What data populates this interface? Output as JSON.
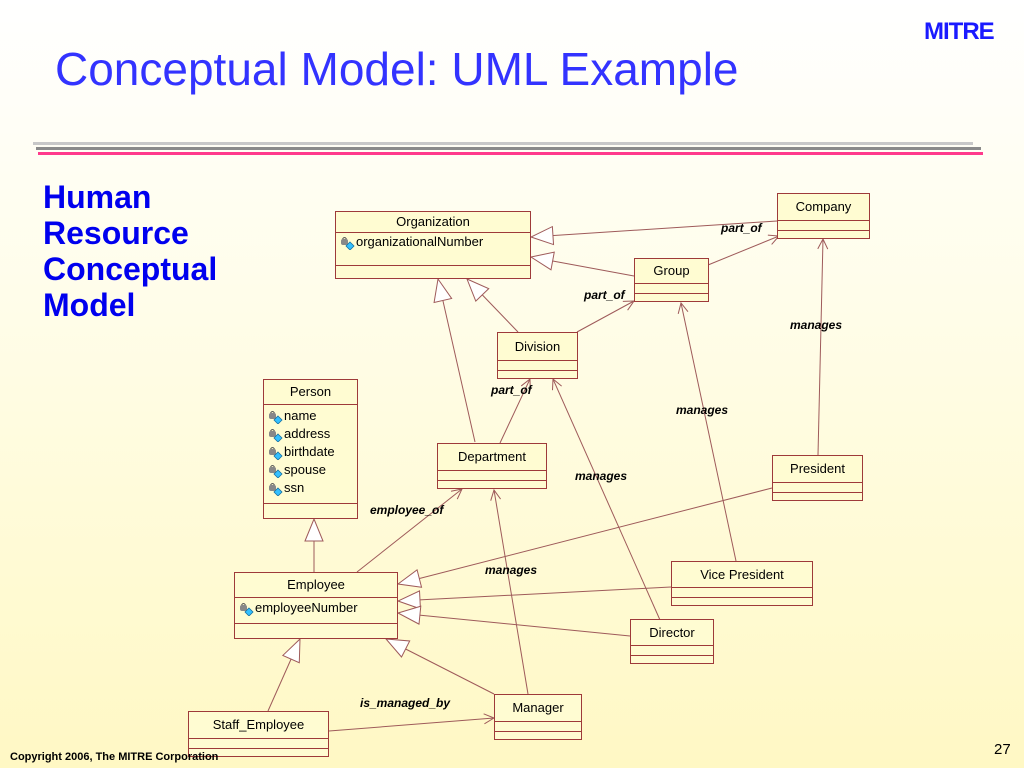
{
  "slide": {
    "title": "Conceptual Model: UML Example",
    "logo_text": "MITRE",
    "side_heading": [
      "Human",
      "Resource",
      "Conceptual",
      "Model"
    ],
    "footer": "Copyright 2006, The MITRE Corporation",
    "page_number": "27"
  },
  "diagram": {
    "classes": {
      "organization": {
        "name": "Organization",
        "attributes": [
          "organizationalNumber"
        ]
      },
      "company": {
        "name": "Company",
        "attributes": []
      },
      "group": {
        "name": "Group",
        "attributes": []
      },
      "division": {
        "name": "Division",
        "attributes": []
      },
      "department": {
        "name": "Department",
        "attributes": []
      },
      "person": {
        "name": "Person",
        "attributes": [
          "name",
          "address",
          "birthdate",
          "spouse",
          "ssn"
        ]
      },
      "president": {
        "name": "President",
        "attributes": []
      },
      "employee": {
        "name": "Employee",
        "attributes": [
          "employeeNumber"
        ]
      },
      "vice_president": {
        "name": "Vice President",
        "attributes": []
      },
      "director": {
        "name": "Director",
        "attributes": []
      },
      "manager": {
        "name": "Manager",
        "attributes": []
      },
      "staff_employee": {
        "name": "Staff_Employee",
        "attributes": []
      }
    },
    "labels": {
      "group_company": "part_of",
      "division_group": "part_of",
      "department_division": "part_of",
      "president_company": "manages",
      "vp_group": "manages",
      "director_division": "manages",
      "manager_department": "manages",
      "employee_department": "employee_of",
      "staff_manager": "is_managed_by"
    },
    "relationships": [
      {
        "type": "generalization",
        "from": "Company",
        "to": "Organization"
      },
      {
        "type": "generalization",
        "from": "Group",
        "to": "Organization"
      },
      {
        "type": "generalization",
        "from": "Division",
        "to": "Organization"
      },
      {
        "type": "generalization",
        "from": "Department",
        "to": "Organization"
      },
      {
        "type": "generalization",
        "from": "Employee",
        "to": "Person"
      },
      {
        "type": "generalization",
        "from": "President",
        "to": "Employee"
      },
      {
        "type": "generalization",
        "from": "Vice President",
        "to": "Employee"
      },
      {
        "type": "generalization",
        "from": "Director",
        "to": "Employee"
      },
      {
        "type": "generalization",
        "from": "Manager",
        "to": "Employee"
      },
      {
        "type": "generalization",
        "from": "Staff_Employee",
        "to": "Employee"
      },
      {
        "type": "association",
        "from": "Group",
        "to": "Company",
        "label": "part_of"
      },
      {
        "type": "association",
        "from": "Division",
        "to": "Group",
        "label": "part_of"
      },
      {
        "type": "association",
        "from": "Department",
        "to": "Division",
        "label": "part_of"
      },
      {
        "type": "association",
        "from": "President",
        "to": "Company",
        "label": "manages"
      },
      {
        "type": "association",
        "from": "Vice President",
        "to": "Group",
        "label": "manages"
      },
      {
        "type": "association",
        "from": "Director",
        "to": "Division",
        "label": "manages"
      },
      {
        "type": "association",
        "from": "Manager",
        "to": "Department",
        "label": "manages"
      },
      {
        "type": "association",
        "from": "Employee",
        "to": "Department",
        "label": "employee_of"
      },
      {
        "type": "association",
        "from": "Staff_Employee",
        "to": "Manager",
        "label": "is_managed_by"
      }
    ]
  },
  "colors": {
    "title": "#3333ff",
    "side_heading": "#0000ee",
    "logo": "#1a1aff",
    "class_fill": "#fffcd2",
    "class_border": "#9e3a3a",
    "connector": "#9e5a5a",
    "accent_rule": "#ff3a8c"
  },
  "icons": {
    "attribute": "field-lock-icon"
  }
}
